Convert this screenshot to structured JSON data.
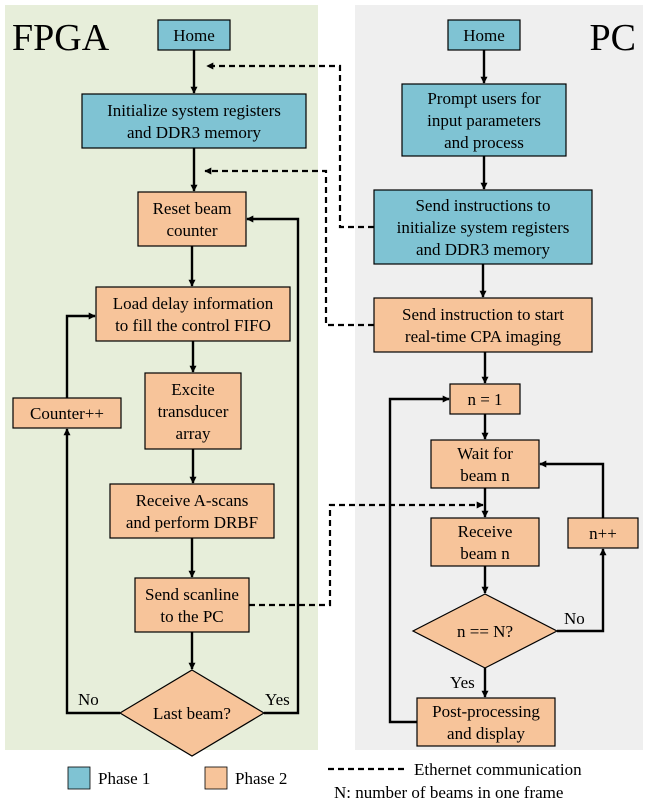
{
  "panels": {
    "fpga": {
      "title": "FPGA",
      "color": "#E7EEDA"
    },
    "pc": {
      "title": "PC",
      "color": "#EFEFEF"
    }
  },
  "colors": {
    "phase1": "#7FC3D3",
    "phase2": "#F7C49A",
    "stroke": "#000000"
  },
  "nodes": {
    "fpga_home": {
      "lines": [
        "Home"
      ]
    },
    "fpga_init": {
      "lines": [
        "Initialize system registers",
        "and DDR3 memory"
      ]
    },
    "fpga_reset": {
      "lines": [
        "Reset beam",
        "counter"
      ]
    },
    "fpga_load": {
      "lines": [
        "Load delay information",
        "to fill the control FIFO"
      ]
    },
    "fpga_excite": {
      "lines": [
        "Excite",
        "transducer",
        "array"
      ]
    },
    "fpga_counter": {
      "lines": [
        "Counter++"
      ]
    },
    "fpga_receive": {
      "lines": [
        "Receive A-scans",
        "and perform DRBF"
      ]
    },
    "fpga_send": {
      "lines": [
        "Send scanline",
        "to the PC"
      ]
    },
    "fpga_last": {
      "lines": [
        "Last beam?"
      ]
    },
    "pc_home": {
      "lines": [
        "Home"
      ]
    },
    "pc_prompt": {
      "lines": [
        "Prompt users for",
        "input parameters",
        "and process"
      ]
    },
    "pc_sendinit": {
      "lines": [
        "Send instructions to",
        "initialize system registers",
        "and DDR3 memory"
      ]
    },
    "pc_start": {
      "lines": [
        "Send instruction to start",
        "real-time CPA imaging"
      ]
    },
    "pc_n1": {
      "lines": [
        "n = 1"
      ]
    },
    "pc_wait": {
      "lines": [
        "Wait for",
        "beam n"
      ]
    },
    "pc_recv": {
      "lines": [
        "Receive",
        "beam n"
      ]
    },
    "pc_npp": {
      "lines": [
        "n++"
      ]
    },
    "pc_check": {
      "lines": [
        "n == N?"
      ]
    },
    "pc_post": {
      "lines": [
        "Post-processing",
        "and display"
      ]
    }
  },
  "edge_labels": {
    "last_no": "No",
    "last_yes": "Yes",
    "check_no": "No",
    "check_yes": "Yes"
  },
  "legend": {
    "phase1": "Phase 1",
    "phase2": "Phase 2",
    "ethernet": "Ethernet communication",
    "nbeams": "N: number of beams in one frame"
  }
}
